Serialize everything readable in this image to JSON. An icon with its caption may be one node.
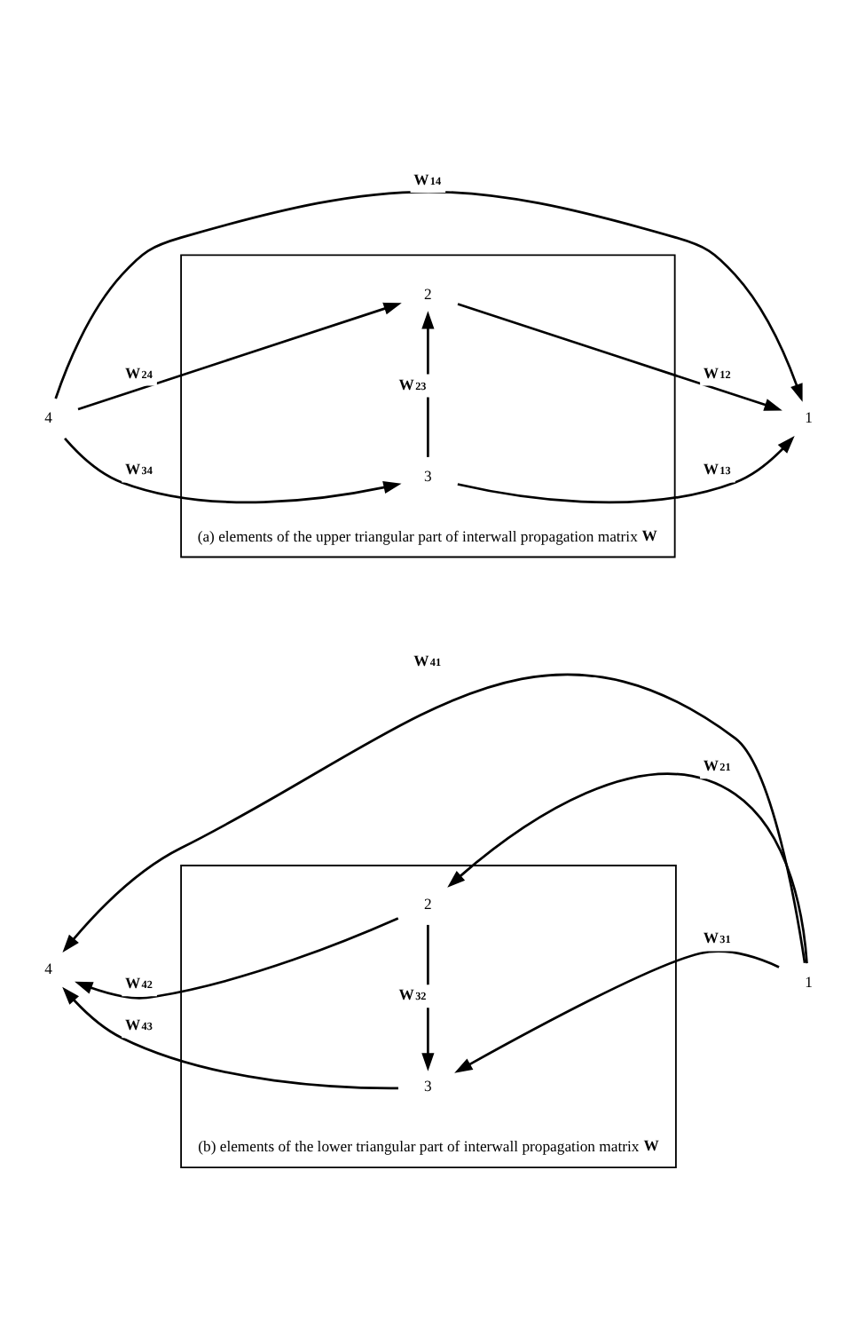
{
  "diagram": {
    "nodes": [
      {
        "text": [
          "(a) elements of the upper triangular part of interwall propagation matrix **W**"
        ]
      },
      {
        "text": [
          "2"
        ],
        "in": 0
      },
      {
        "text": [
          "4"
        ]
      },
      {
        "text": [
          "1"
        ]
      },
      {
        "text": [
          "3"
        ],
        "in": 0
      },
      {
        "text": [
          "(b) elements of the lower triangular part of interwall propagation matrix **W**"
        ]
      },
      {
        "text": [
          "2"
        ],
        "in": 5
      },
      {
        "text": [
          "4"
        ]
      },
      {
        "text": [
          "1"
        ]
      },
      {
        "text": [
          "3"
        ],
        "in": 5
      }
    ],
    "edges": [
      {
        "from": 2,
        "to": 1,
        "arrow": "to",
        "label": "W$_{24}$"
      },
      {
        "from": 1,
        "to": 3,
        "arrow": "to",
        "label": "W$_{12}$"
      },
      {
        "from": 2,
        "to": 3,
        "arrow": "to",
        "label": "W$_{14}$"
      },
      {
        "from": 4,
        "to": 1,
        "arrow": "to",
        "label": "W$_{23}$"
      },
      {
        "from": 2,
        "to": 4,
        "arrow": "to",
        "label": "W$_{34}$"
      },
      {
        "from": 4,
        "to": 3,
        "arrow": "to",
        "label": "W$_{13}$"
      },
      {
        "from": 6,
        "to": 7,
        "arrow": "to",
        "label": "W$_{42}$"
      },
      {
        "from": 8,
        "to": 6,
        "arrow": "to",
        "label": "W$_{21}$"
      },
      {
        "from": 8,
        "to": 7,
        "arrow": "to",
        "label": "W$_{41}$"
      },
      {
        "from": 6,
        "to": 9,
        "arrow": "to",
        "label": "W$_{32}$"
      },
      {
        "from": 9,
        "to": 7,
        "arrow": "to",
        "label": "W$_{43}$"
      },
      {
        "from": 8,
        "to": 9,
        "arrow": "to",
        "label": "W$_{31}$"
      }
    ]
  }
}
